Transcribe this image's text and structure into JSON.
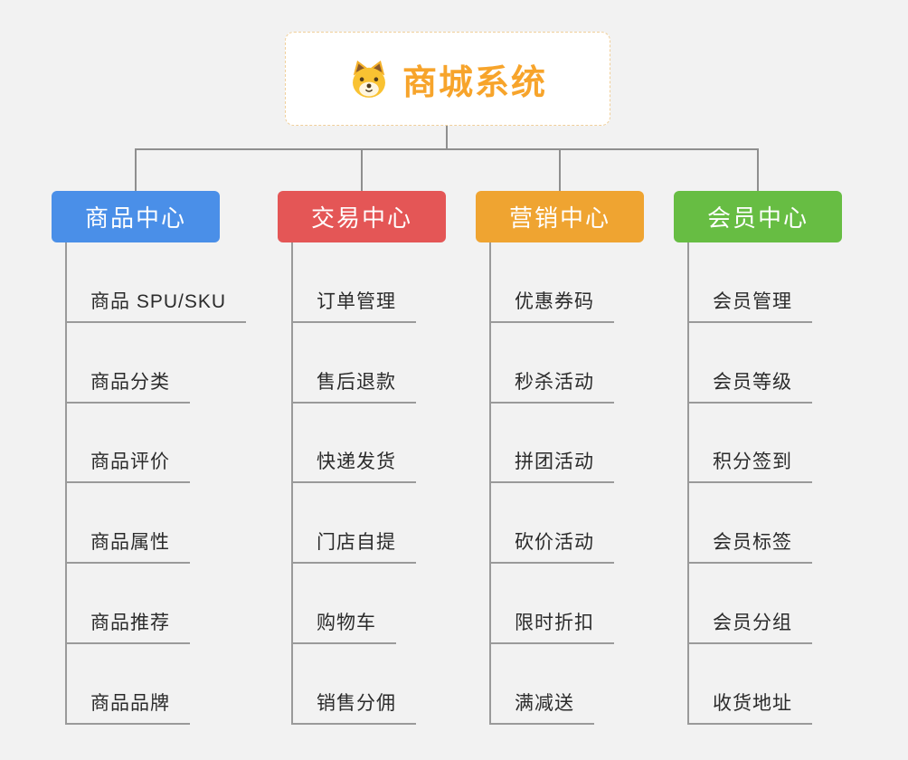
{
  "root": {
    "title": "商城系统",
    "icon": "dog-icon",
    "title_color": "#f7a42b"
  },
  "colors": {
    "background": "#f2f2f2",
    "connector": "#8f8f8f"
  },
  "branches": [
    {
      "label": "商品中心",
      "color": "#4a8fe8",
      "children": [
        "商品 SPU/SKU",
        "商品分类",
        "商品评价",
        "商品属性",
        "商品推荐",
        "商品品牌"
      ]
    },
    {
      "label": "交易中心",
      "color": "#e45656",
      "children": [
        "订单管理",
        "售后退款",
        "快递发货",
        "门店自提",
        "购物车",
        "销售分佣"
      ]
    },
    {
      "label": "营销中心",
      "color": "#efa431",
      "children": [
        "优惠券码",
        "秒杀活动",
        "拼团活动",
        "砍价活动",
        "限时折扣",
        "满减送"
      ]
    },
    {
      "label": "会员中心",
      "color": "#67bd43",
      "children": [
        "会员管理",
        "会员等级",
        "积分签到",
        "会员标签",
        "会员分组",
        "收货地址"
      ]
    }
  ]
}
